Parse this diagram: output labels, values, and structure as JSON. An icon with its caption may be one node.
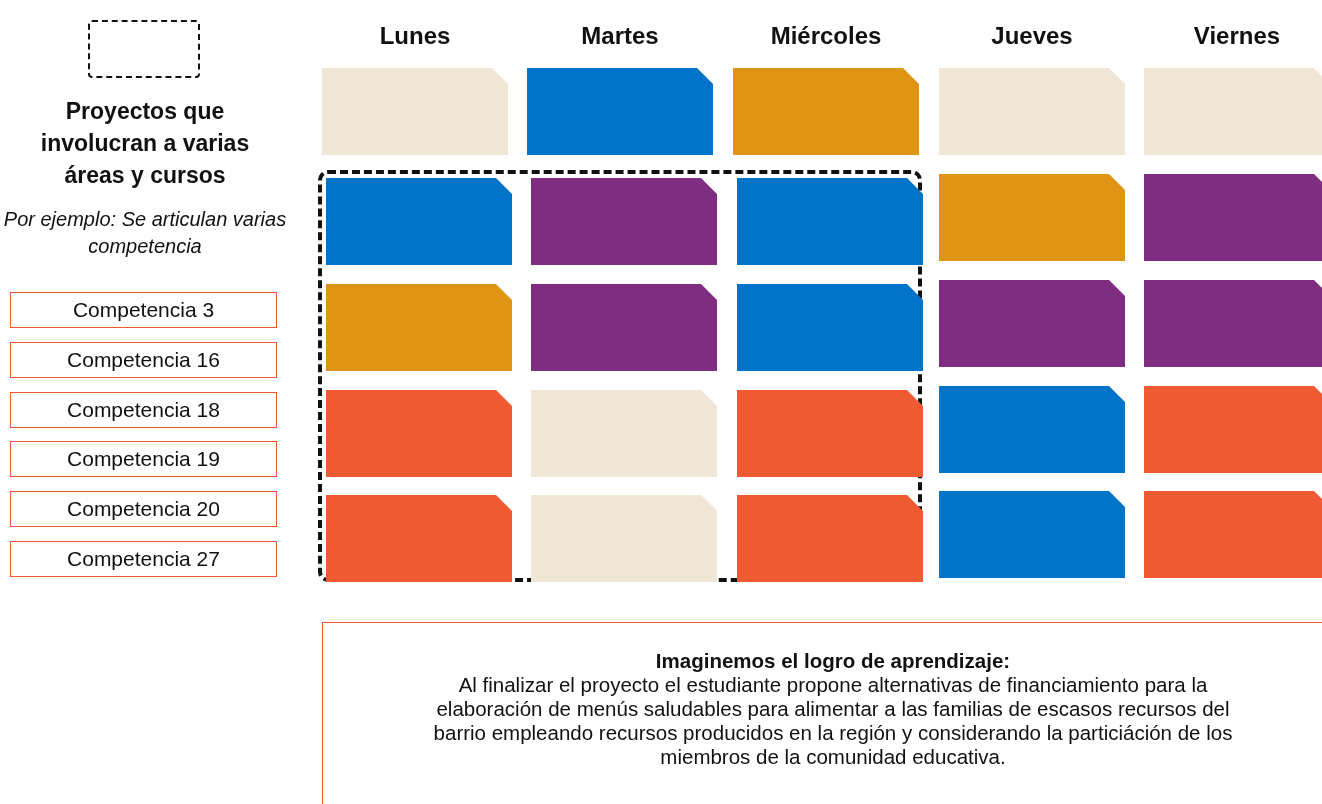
{
  "diagram": {
    "nodes": [
      {
        "text": [
          "Competencia 3"
        ]
      },
      {
        "text": [
          "Competencia 16"
        ]
      },
      {
        "text": [
          "Competencia 18"
        ]
      },
      {
        "text": [
          "Competencia 19"
        ]
      },
      {
        "text": [
          "Competencia 20"
        ]
      },
      {
        "text": [
          "Competencia 27"
        ]
      },
      {
        "text": [],
        "shape": "box"
      },
      {
        "text": [],
        "shape": "box"
      },
      {
        "text": [],
        "shape": "box"
      },
      {
        "text": [],
        "shape": "box"
      },
      {
        "text": [],
        "shape": "box"
      },
      {
        "text": [],
        "shape": "box"
      },
      {
        "text": [],
        "shape": "box",
        "in": 11
      },
      {
        "text": [],
        "shape": "box",
        "in": 11
      },
      {
        "text": [],
        "shape": "box",
        "in": 11
      },
      {
        "text": [],
        "shape": "box"
      },
      {
        "text": [],
        "shape": "box"
      },
      {
        "text": [],
        "shape": "box",
        "in": 11
      },
      {
        "text": [],
        "shape": "box",
        "in": 11
      },
      {
        "text": [],
        "shape": "box",
        "in": 11
      },
      {
        "text": [],
        "shape": "box"
      },
      {
        "text": [],
        "shape": "box"
      },
      {
        "text": [],
        "shape": "box",
        "in": 11
      },
      {
        "text": [],
        "shape": "box",
        "in": 11
      },
      {
        "text": [],
        "shape": "box",
        "in": 11
      },
      {
        "text": [],
        "shape": "box"
      },
      {
        "text": [],
        "shape": "box"
      },
      {
        "text": [],
        "shape": "box",
        "in": 11
      },
      {
        "text": [],
        "shape": "box",
        "in": 11
      },
      {
        "text": [],
        "shape": "box",
        "in": 11
      },
      {
        "text": [],
        "shape": "box"
      },
      {
        "text": [],
        "shape": "box"
      },
      {
        "text": [
          "Imaginemos el logro de aprendizaje:",
          "Al finalizar el proyecto el estudiante propone alternativas de financiamiento para la elaboración de menús saludables para alimentar a las familias de escasos recursos del barrio empleando recursos producidos en la región y considerando la particiáción de los miembros de la comunidad educativa."
        ]
      }
    ],
    "labels": [
      "Lunes",
      "Martes",
      "Miércoles",
      "Jueves",
      "Viernes",
      "Por ejemplo: Se articulan varias competencia"
    ],
    "legend": [
      {
        "text": "Proyectos que involucran a varias áreas y cursos"
      }
    ]
  }
}
